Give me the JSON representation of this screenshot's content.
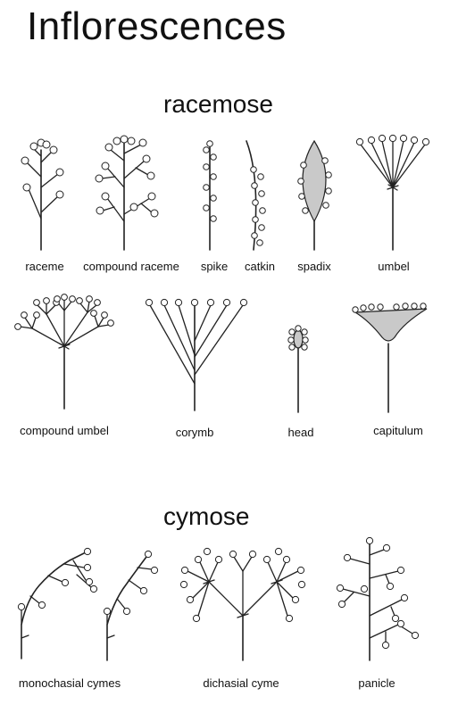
{
  "title": "Inflorescences",
  "sections": {
    "racemose": "racemose",
    "cymose": "cymose"
  },
  "labels": {
    "raceme": "raceme",
    "compound_raceme": "compound raceme",
    "spike": "spike",
    "catkin": "catkin",
    "spadix": "spadix",
    "umbel": "umbel",
    "compound_umbel": "compound umbel",
    "corymb": "corymb",
    "head": "head",
    "capitulum": "capitulum",
    "monochasial_cymes": "monochasial cymes",
    "dichasial_cyme": "dichasial cyme",
    "panicle": "panicle"
  }
}
